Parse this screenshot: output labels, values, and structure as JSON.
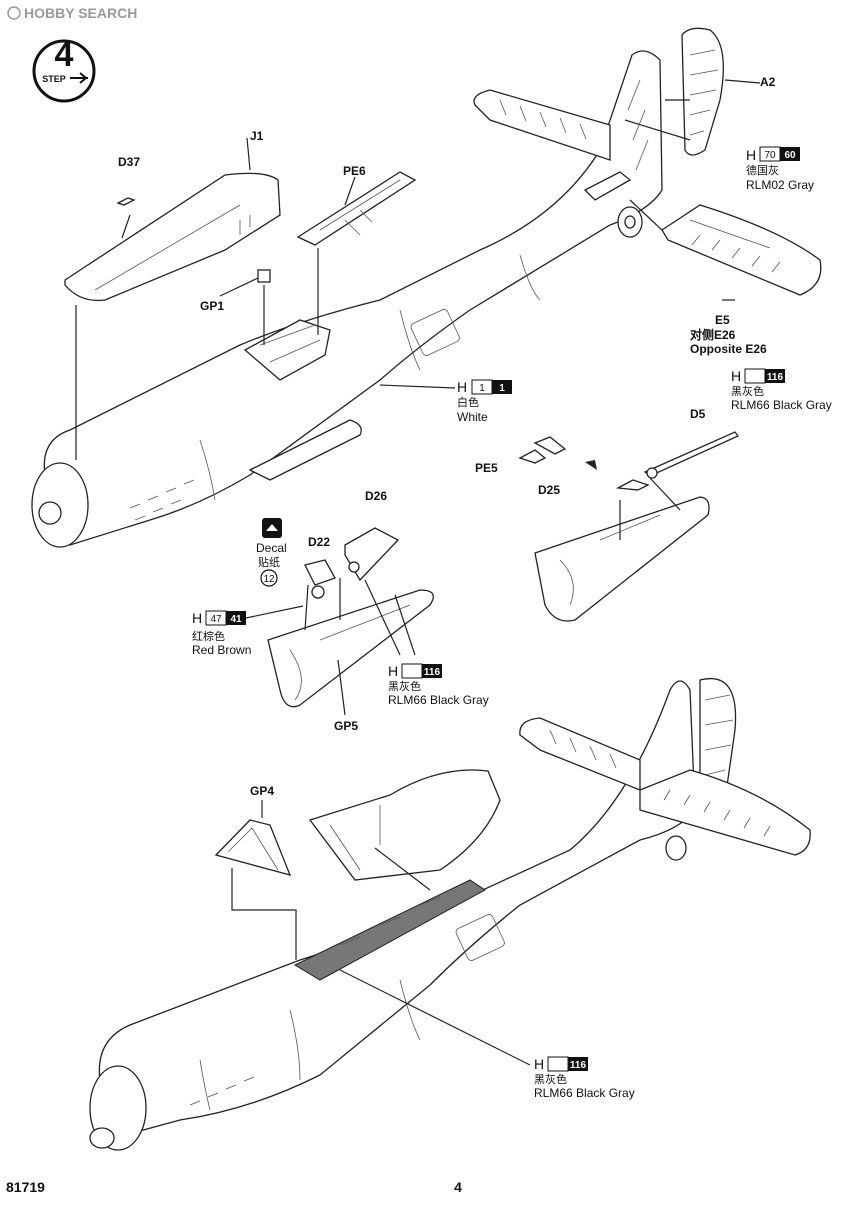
{
  "watermark": "HOBBY SEARCH",
  "step": {
    "badge_label": "STEP",
    "number": "4"
  },
  "parts": {
    "a2": "A2",
    "j1": "J1",
    "d37": "D37",
    "pe6": "PE6",
    "gp1": "GP1",
    "e5": "E5",
    "e5_opposite_cn": "对侧E26",
    "e5_opposite_en": "Opposite E26",
    "d5": "D5",
    "pe5": "PE5",
    "d25": "D25",
    "d26": "D26",
    "d22": "D22",
    "gp5": "GP5",
    "gp4": "GP4"
  },
  "decal": {
    "label_en": "Decal",
    "label_cn": "贴纸",
    "number": "12"
  },
  "paint_callouts": {
    "rlm02": {
      "prefix": "H",
      "code_a": "70",
      "code_b": "60",
      "name_cn": "德国灰",
      "name_en": "RLM02 Gray"
    },
    "white": {
      "prefix": "H",
      "code_a": "1",
      "code_b": "1",
      "name_cn": "白色",
      "name_en": "White"
    },
    "rlm66_top": {
      "prefix": "H",
      "code_b": "116",
      "name_cn": "黑灰色",
      "name_en": "RLM66 Black Gray"
    },
    "red_brown": {
      "prefix": "H",
      "code_a": "47",
      "code_b": "41",
      "name_cn": "红棕色",
      "name_en": "Red Brown"
    },
    "rlm66_mid": {
      "prefix": "H",
      "code_b": "116",
      "name_cn": "黑灰色",
      "name_en": "RLM66 Black Gray"
    },
    "rlm66_bottom": {
      "prefix": "H",
      "code_b": "116",
      "name_cn": "黑灰色",
      "name_en": "RLM66 Black Gray"
    }
  },
  "footer": {
    "kit_number": "81719",
    "page_number": "4"
  }
}
